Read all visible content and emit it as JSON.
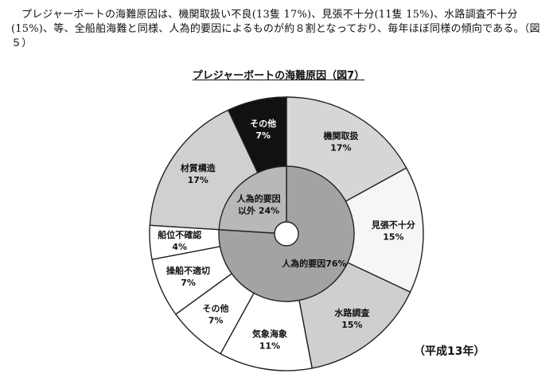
{
  "intro_text": "プレジャーボートの海難原因は、機関取扱い不良(13隻 17%)、見張不十分(11隻 15%)、水路調査不十分(15%)、等、全船舶海難と同様、人為的要因によるものが約８割となっており、毎年ほぼ同様の傾向である。（図５）",
  "chart_data": {
    "type": "pie",
    "title": "プレジャーボートの海難原因（図7）",
    "outer_ring": {
      "slices": [
        {
          "label": "機関取扱",
          "value_label": "17%",
          "value": 17,
          "color": "#d6d6d6",
          "text_color": "#111111"
        },
        {
          "label": "見張不十分",
          "value_label": "15%",
          "value": 15,
          "color": "#f6f6f6",
          "text_color": "#111111"
        },
        {
          "label": "水路調査",
          "value_label": "15%",
          "value": 15,
          "color": "#cfcfcf",
          "text_color": "#111111"
        },
        {
          "label": "気象海象",
          "value_label": "11%",
          "value": 11,
          "color": "#ffffff",
          "text_color": "#111111"
        },
        {
          "label": "その他",
          "value_label": "7%",
          "value": 7,
          "color": "#ffffff",
          "text_color": "#111111"
        },
        {
          "label": "操船不適切",
          "value_label": "7%",
          "value": 7,
          "color": "#ffffff",
          "text_color": "#111111"
        },
        {
          "label": "船位不確認",
          "value_label": "4%",
          "value": 4,
          "color": "#ffffff",
          "text_color": "#111111"
        },
        {
          "label": "材質構造",
          "value_label": "17%",
          "value": 17,
          "color": "#d0d0d0",
          "text_color": "#111111"
        },
        {
          "label": "その他",
          "value_label": "7%",
          "value": 7,
          "color": "#111111",
          "text_color": "#ffffff"
        }
      ]
    },
    "inner_ring": {
      "slices": [
        {
          "label": "人為的要因76%",
          "value": 76,
          "color": "#a3a3a3"
        },
        {
          "label": "人為的要因\n以外  24%",
          "value": 24,
          "color": "#b8b8b8"
        }
      ]
    }
  },
  "era_label": "（平成13年）"
}
